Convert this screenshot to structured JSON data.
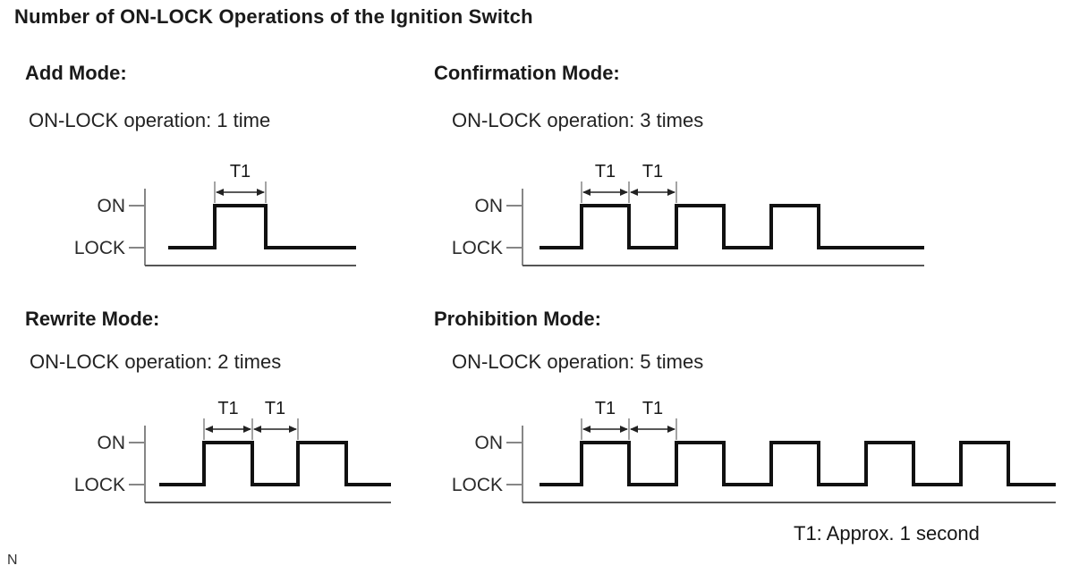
{
  "title": "Number of ON-LOCK Operations of the Ignition Switch",
  "modes": [
    {
      "id": "add",
      "heading": "Add Mode:",
      "operation": "ON-LOCK operation: 1 time",
      "pulses": 1,
      "t1_markers": 1
    },
    {
      "id": "confirmation",
      "heading": "Confirmation Mode:",
      "operation": "ON-LOCK operation: 3 times",
      "pulses": 3,
      "t1_markers": 2
    },
    {
      "id": "rewrite",
      "heading": "Rewrite Mode:",
      "operation": "ON-LOCK operation: 2 times",
      "pulses": 2,
      "t1_markers": 2
    },
    {
      "id": "prohibition",
      "heading": "Prohibition Mode:",
      "operation": "ON-LOCK operation: 5 times",
      "pulses": 5,
      "t1_markers": 2
    }
  ],
  "waveform_labels": {
    "on": "ON",
    "lock": "LOCK",
    "t1": "T1"
  },
  "footnote": "T1: Approx. 1 second",
  "page_marker": "N",
  "colors": {
    "ink": "#1a1a1a",
    "waveform": "#111111",
    "axis": "#868686",
    "baseline": "#555555",
    "dimension": "#222222",
    "label": "#2a2a2a"
  }
}
